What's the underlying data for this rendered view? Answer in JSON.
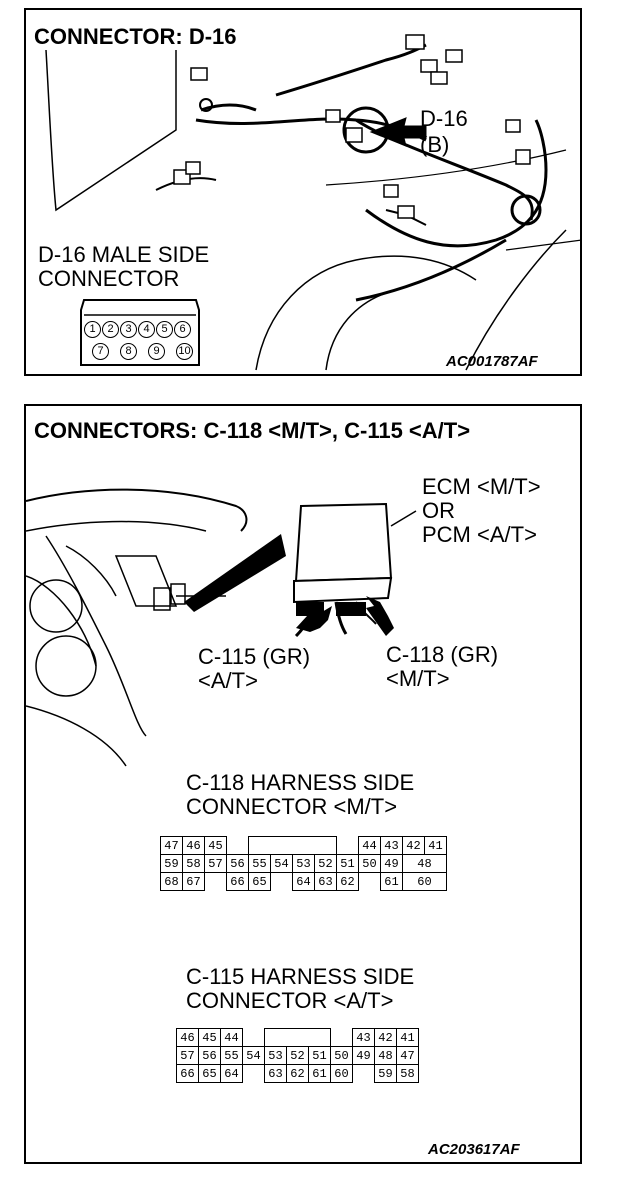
{
  "top": {
    "title": "CONNECTOR: D-16",
    "callout_line1": "D-16",
    "callout_line2": "(B)",
    "male_side_line1": "D-16 MALE SIDE",
    "male_side_line2": "CONNECTOR",
    "pins_row1": [
      "1",
      "2",
      "3",
      "4",
      "5",
      "6"
    ],
    "pins_row2": [
      "7",
      "8",
      "9",
      "10"
    ],
    "code": "AC001787AF"
  },
  "bottom": {
    "title": "CONNECTORS: C-118 <M/T>, C-115 <A/T>",
    "ecm_line1": "ECM <M/T>",
    "ecm_line2": "OR",
    "ecm_line3": "PCM <A/T>",
    "c115_line1": "C-115 (GR)",
    "c115_line2": "<A/T>",
    "c118_line1": "C-118 (GR)",
    "c118_line2": "<M/T>",
    "c118_title1": "C-118 HARNESS SIDE",
    "c118_title2": "CONNECTOR <M/T>",
    "c118_rows": [
      [
        "47",
        "46",
        "45",
        "",
        "",
        "",
        "",
        "",
        "",
        "44",
        "43",
        "42",
        "41"
      ],
      [
        "59",
        "58",
        "57",
        "56",
        "55",
        "54",
        "53",
        "52",
        "51",
        "50",
        "49",
        "48"
      ],
      [
        "68",
        "67",
        "",
        "66",
        "65",
        "",
        "64",
        "63",
        "62",
        "",
        "61",
        "60"
      ]
    ],
    "c115_title1": "C-115 HARNESS SIDE",
    "c115_title2": "CONNECTOR <A/T>",
    "c115_rows": [
      [
        "46",
        "45",
        "44",
        "",
        "",
        "",
        "",
        "",
        "",
        "43",
        "42",
        "41"
      ],
      [
        "57",
        "56",
        "55",
        "54",
        "53",
        "52",
        "51",
        "50",
        "49",
        "48",
        "47"
      ],
      [
        "66",
        "65",
        "64",
        "",
        "63",
        "62",
        "61",
        "60",
        "",
        "59",
        "58"
      ]
    ],
    "code": "AC203617AF"
  }
}
